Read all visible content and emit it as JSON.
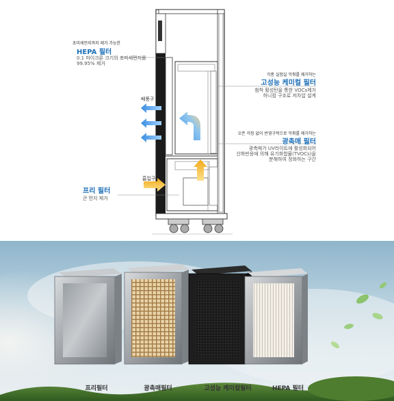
{
  "diagram": {
    "hepa": {
      "caption": "초미세먼지까지 제거 가능한",
      "title": "HEPA 필터",
      "desc_line1": "0.1 마이크론 크기의 초미세먼지를",
      "desc_line2": "99.95% 제거"
    },
    "chemical": {
      "caption": "각종 실험실 악취를 제거하는",
      "title": "고성능 케미컬 필터",
      "desc_line1": "첨착 활성탄을 통한 VOCs제거",
      "desc_line2": "허니컴 구조로 저차압 설계"
    },
    "photocatalyst": {
      "caption": "오존 걱정 없이 반영구적으로 악취를 제거하는",
      "title": "광촉매 필터",
      "desc_line1": "광촉매가 UV라이트에 활성화되어",
      "desc_line2": "산화반응에 의해 유기화합물(TVOCs)을",
      "desc_line3": "분해하여 정화하는 구간"
    },
    "prefilter": {
      "title": "프리 필터",
      "desc_line1": "큰 먼지 제거"
    },
    "exhaust_label": "배풍구",
    "intake_label": "흡입구"
  },
  "filters": [
    {
      "label": "프리필터"
    },
    {
      "label": "광촉매필터"
    },
    {
      "label": "고성능 케미컬필터"
    },
    {
      "label": "HEPA 필터"
    }
  ],
  "colors": {
    "accent_blue": "#1d6fb8",
    "arrow_blue": "#2f8fd8",
    "arrow_orange": "#f2a91a"
  }
}
